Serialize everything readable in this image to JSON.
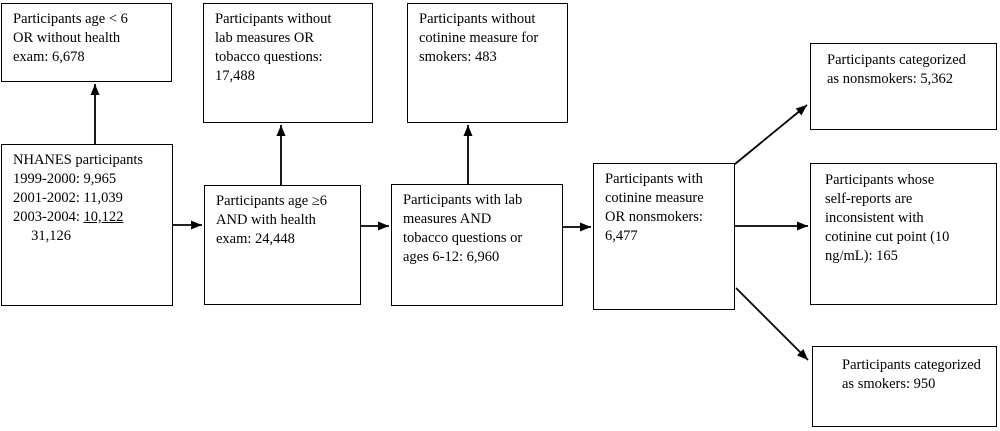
{
  "diagram": {
    "type": "flowchart",
    "colors": {
      "background": "#ffffff",
      "box_border": "#000000",
      "text": "#000000",
      "arrow": "#000000"
    },
    "boxes": {
      "excluded_age_under6": {
        "lines": [
          "Participants age < 6",
          "OR without health",
          "exam: 6,678"
        ]
      },
      "nhanes_total": {
        "lines": [
          "NHANES participants",
          "1999-2000: 9,965",
          "2001-2002: 11,039",
          {
            "parts": [
              {
                "text": "2003-2004: "
              },
              {
                "text": "10,122",
                "underline": true
              }
            ]
          },
          "     31,126"
        ]
      },
      "excluded_no_lab_tobacco": {
        "lines": [
          "Participants without",
          "lab measures OR",
          "tobacco questions:",
          "17,488"
        ]
      },
      "age6_health_exam": {
        "lines": [
          "Participants age ≥6",
          "AND with health",
          "exam: 24,448"
        ]
      },
      "excluded_no_cotinine": {
        "lines": [
          "Participants without",
          "cotinine measure for",
          "smokers: 483"
        ]
      },
      "lab_tobacco": {
        "lines": [
          "Participants with lab",
          "measures AND",
          "tobacco questions or",
          "ages 6-12: 6,960"
        ]
      },
      "cotinine_or_nonsmokers": {
        "lines": [
          "Participants with",
          "cotinine measure",
          "OR nonsmokers:",
          "6,477"
        ]
      },
      "categorized_nonsmokers": {
        "lines": [
          "Participants categorized",
          "as nonsmokers: 5,362"
        ]
      },
      "inconsistent_reports": {
        "lines": [
          "Participants whose",
          "self-reports are",
          "inconsistent with",
          "cotinine cut point (10",
          "ng/mL): 165"
        ]
      },
      "categorized_smokers": {
        "lines": [
          "Participants categorized",
          "as smokers: 950"
        ]
      }
    },
    "edges": [
      {
        "from": "nhanes_total",
        "to": "excluded_age_under6"
      },
      {
        "from": "nhanes_total",
        "to": "age6_health_exam"
      },
      {
        "from": "age6_health_exam",
        "to": "excluded_no_lab_tobacco"
      },
      {
        "from": "age6_health_exam",
        "to": "lab_tobacco"
      },
      {
        "from": "lab_tobacco",
        "to": "excluded_no_cotinine"
      },
      {
        "from": "lab_tobacco",
        "to": "cotinine_or_nonsmokers"
      },
      {
        "from": "cotinine_or_nonsmokers",
        "to": "categorized_nonsmokers"
      },
      {
        "from": "cotinine_or_nonsmokers",
        "to": "inconsistent_reports"
      },
      {
        "from": "cotinine_or_nonsmokers",
        "to": "categorized_smokers"
      }
    ]
  }
}
